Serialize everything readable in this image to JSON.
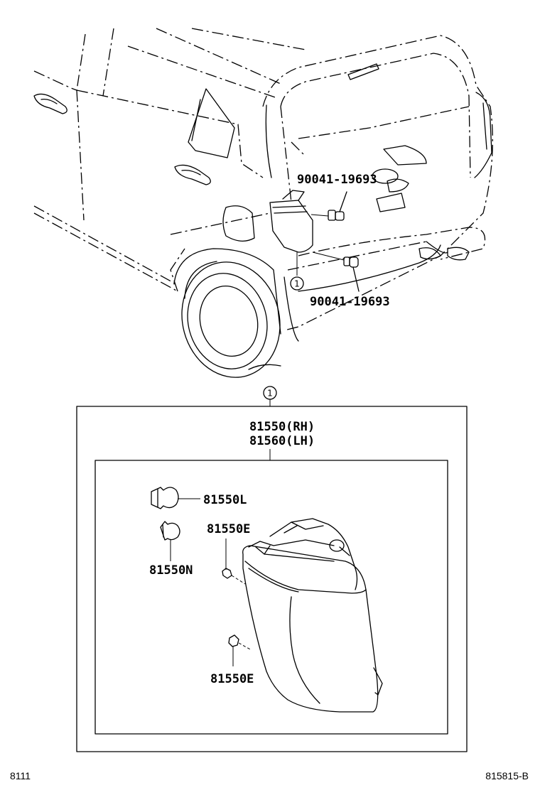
{
  "labels": {
    "screw_upper": "90041-19693",
    "screw_lower": "90041-19693",
    "callout_car": "1",
    "callout_box": "1",
    "assembly_rh": "81550(RH)",
    "assembly_lh": "81560(LH)",
    "bulb_stop_tail": "81550L",
    "bulb_small": "81550N",
    "socket_upper": "81550E",
    "socket_lower": "81550E"
  },
  "footer": {
    "left": "8111",
    "right": "815815-B"
  }
}
